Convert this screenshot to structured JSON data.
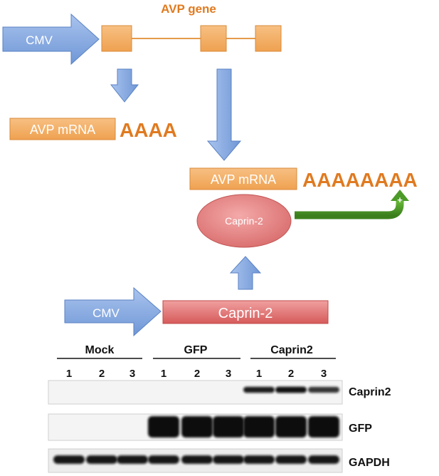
{
  "diagram": {
    "top": {
      "gene_title": "AVP gene",
      "promoter_label": "CMV"
    },
    "left_path": {
      "mrna_label": "AVP mRNA",
      "polya_tail": "AAAA"
    },
    "right_path": {
      "mrna_label": "AVP mRNA",
      "polya_tail": "AAAAAAAA",
      "binding_protein_label": "Caprin-2",
      "effect_symbol": "+"
    },
    "bottom_construct": {
      "promoter_label": "CMV",
      "gene_label": "Caprin-2"
    }
  },
  "western_blot": {
    "groups": [
      {
        "name": "Mock",
        "lanes": [
          "1",
          "2",
          "3"
        ]
      },
      {
        "name": "GFP",
        "lanes": [
          "1",
          "2",
          "3"
        ]
      },
      {
        "name": "Caprin2",
        "lanes": [
          "1",
          "2",
          "3"
        ]
      }
    ],
    "rows": [
      {
        "label": "Caprin2",
        "band_intensity": [
          0,
          0,
          0,
          0,
          0,
          0,
          0.85,
          0.95,
          0.7
        ]
      },
      {
        "label": "GFP",
        "band_intensity": [
          0,
          0,
          0,
          1,
          1,
          1,
          1,
          1,
          1
        ]
      },
      {
        "label": "GAPDH",
        "band_intensity": [
          0.9,
          0.9,
          0.9,
          0.9,
          0.9,
          0.9,
          0.9,
          0.9,
          0.9
        ]
      }
    ]
  },
  "colors": {
    "blue_arrow": "#7fa6dc",
    "orange_box": "#f2aa5e",
    "orange_text": "#e07a20",
    "red_box": "#d86161",
    "caprin_ellipse": "#e77f7f",
    "green_arrow": "#4c9a28",
    "blot_background": "#f5f5f5"
  }
}
